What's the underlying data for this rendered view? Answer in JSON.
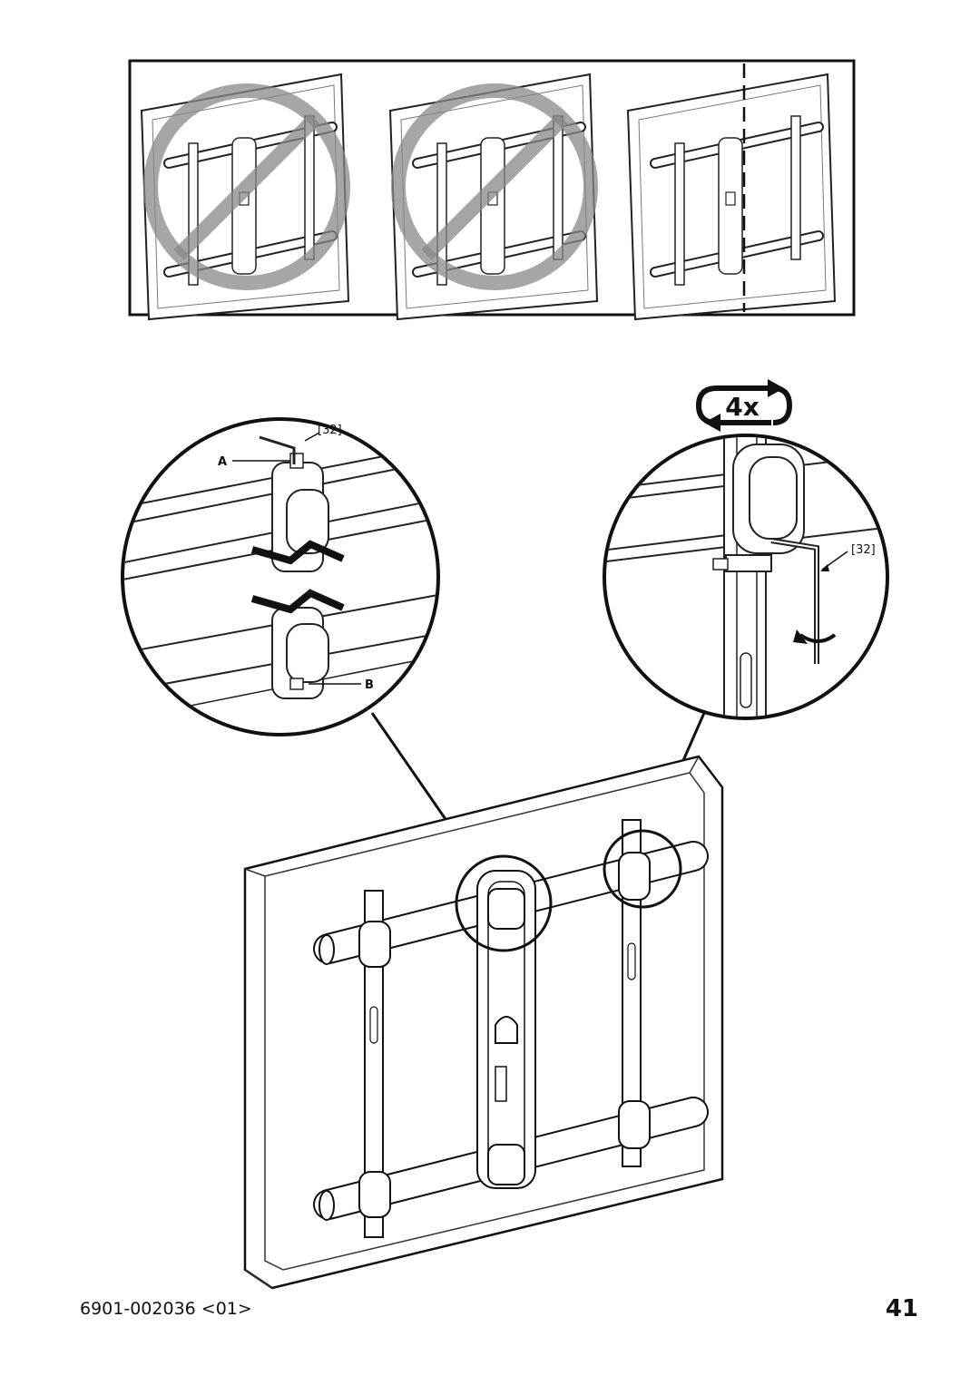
{
  "illustration": {
    "repeat_badge": "4x",
    "callout_tool_left": "[32]",
    "callout_tool_right": "[32]",
    "label_a": "A",
    "label_b": "B"
  },
  "footer": {
    "doc_code": "6901-002036 <01>",
    "page_number": "41"
  }
}
